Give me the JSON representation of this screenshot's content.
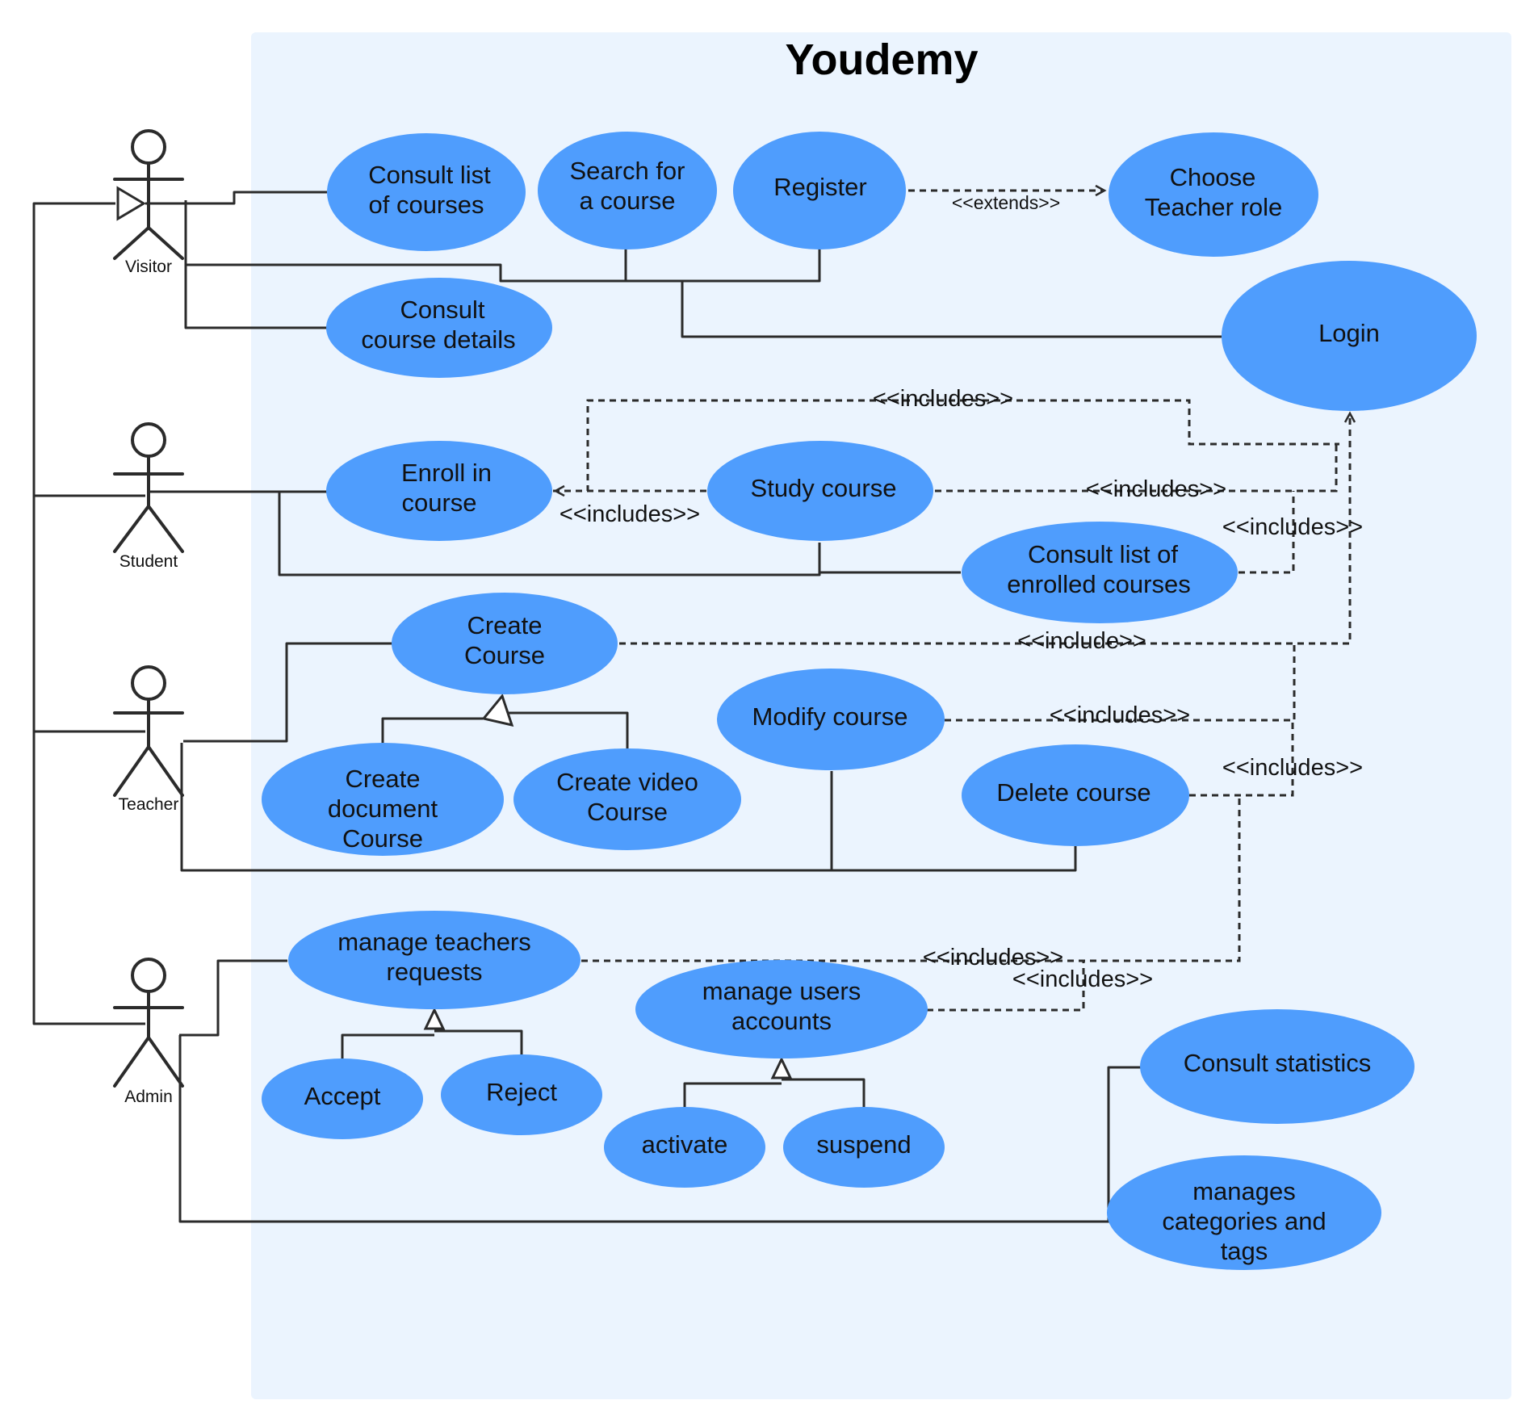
{
  "title": "Youdemy",
  "colors": {
    "boundary": "#ebf4fe",
    "usecase": "#4f9dfd",
    "line": "#2b2b2b"
  },
  "actors": {
    "visitor": "Visitor",
    "student": "Student",
    "teacher": "Teacher",
    "admin": "Admin"
  },
  "usecases": {
    "consult_list": [
      "Consult list",
      "of courses"
    ],
    "search": [
      "Search for",
      "a course"
    ],
    "register": [
      "Register"
    ],
    "choose_teacher": [
      "Choose",
      "Teacher role"
    ],
    "consult_details": [
      "Consult",
      "course details"
    ],
    "login": [
      "Login"
    ],
    "enroll": [
      "Enroll in",
      "course"
    ],
    "study": [
      "Study course"
    ],
    "consult_enrolled": [
      "Consult list of",
      "enrolled courses"
    ],
    "create_course": [
      "Create",
      "Course"
    ],
    "modify": [
      "Modify course"
    ],
    "create_doc": [
      "Create",
      "document",
      "Course"
    ],
    "create_video": [
      "Create video",
      "Course"
    ],
    "delete": [
      "Delete course"
    ],
    "manage_teachers": [
      "manage teachers",
      "requests"
    ],
    "manage_users": [
      "manage  users",
      "accounts"
    ],
    "accept": [
      "Accept"
    ],
    "reject": [
      "Reject"
    ],
    "activate": [
      "activate"
    ],
    "suspend": [
      "suspend"
    ],
    "statistics": [
      "Consult statistics"
    ],
    "categories": [
      "manages",
      "categories and",
      "tags"
    ]
  },
  "relation_labels": {
    "extends": "<<extends>>",
    "inc_top": "<<includes>>",
    "inc_study_enroll": "<<includes>>",
    "inc_study_login": "<<includes>>",
    "inc_enrolled_login": "<<includes>>",
    "inc_create_login": "<<include>>",
    "inc_modify_login": "<<includes>>",
    "inc_delete_login": "<<includes>>",
    "inc_teachers_login": "<<includes>>",
    "inc_users_login": "<<includes>>"
  }
}
